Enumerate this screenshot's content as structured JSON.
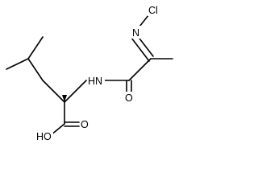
{
  "molecule": {
    "atoms": {
      "chlorine": "Cl",
      "imine_nitrogen": "N",
      "amide_nitrogen": "HN",
      "amide_oxygen": "O",
      "acid_carbonyl_oxygen": "O",
      "acid_hydroxyl": "HO"
    },
    "colors": {
      "ink": "#000000",
      "background": "#ffffff"
    }
  }
}
